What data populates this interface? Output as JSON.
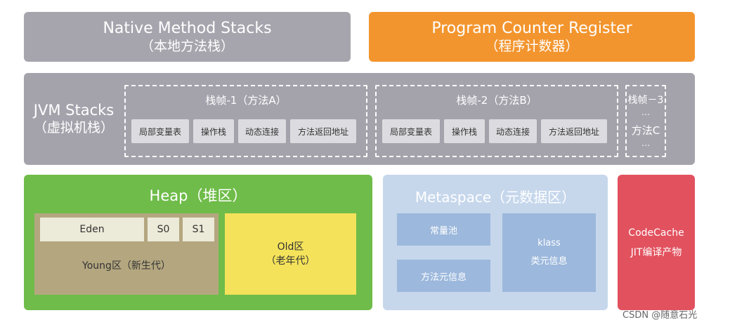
{
  "native": {
    "title": "Native Method Stacks",
    "subtitle": "（本地方法栈）"
  },
  "pc": {
    "title": "Program Counter Register",
    "subtitle": "（程序计数器）"
  },
  "jvm": {
    "title": "JVM Stacks",
    "subtitle": "（虚拟机栈）",
    "frames": [
      {
        "title": "栈帧-1（方法A）",
        "items": [
          "局部变量表",
          "操作栈",
          "动态连接",
          "方法返回地址"
        ]
      },
      {
        "title": "栈帧-2（方法B）",
        "items": [
          "局部变量表",
          "操作栈",
          "动态连接",
          "方法返回地址"
        ]
      },
      {
        "title": "栈帧－3",
        "dots1": "…",
        "method": "方法C",
        "dots2": "…"
      }
    ]
  },
  "heap": {
    "title": "Heap（堆区）",
    "young": {
      "eden": "Eden",
      "s0": "S0",
      "s1": "S1",
      "label": "Young区（新生代）"
    },
    "old": {
      "line1": "Old区",
      "line2": "（老年代）"
    }
  },
  "metaspace": {
    "title": "Metaspace（元数据区）",
    "pool": "常量池",
    "method_info": "方法元信息",
    "klass": "klass",
    "klass_info": "类元信息"
  },
  "codecache": {
    "line1": "CodeCache",
    "line2": "JIT编译产物"
  },
  "watermark": "CSDN @随意石光",
  "colors": {
    "native": "#a6a5ad",
    "pc": "#f3952e",
    "jvm": "#a4a3ac",
    "heap": "#6fbc4a",
    "young": "#b4a780",
    "old": "#f4e25a",
    "metaspace": "#c6d7ec",
    "codecache": "#e2515e"
  }
}
